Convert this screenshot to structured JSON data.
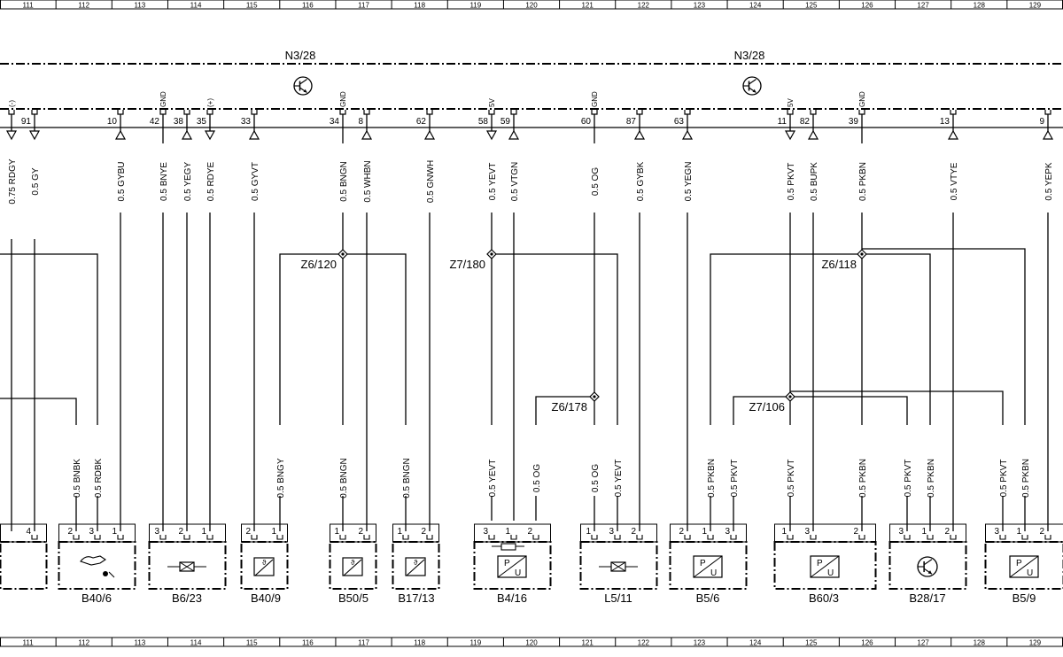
{
  "ruler": [
    "111",
    "112",
    "113",
    "114",
    "115",
    "116",
    "117",
    "118",
    "119",
    "120",
    "121",
    "122",
    "123",
    "124",
    "125",
    "126",
    "127",
    "128",
    "129"
  ],
  "modules": [
    {
      "label": "N3/28",
      "icon": "transistor-icon"
    },
    {
      "label": "N3/28",
      "icon": "transistor-icon"
    }
  ],
  "pins": [
    {
      "num": "",
      "tag": "(-)",
      "arrow": "down",
      "wire": "0.75 RDGY"
    },
    {
      "num": "91",
      "tag": "",
      "arrow": "down",
      "wire": "0.5 GY"
    },
    {
      "num": "10",
      "tag": "",
      "arrow": "up",
      "wire": "0.5 GYBU"
    },
    {
      "num": "42",
      "tag": "GND",
      "arrow": "none",
      "wire": "0.5 BNYE"
    },
    {
      "num": "38",
      "tag": "",
      "arrow": "up",
      "wire": "0.5 YEGY"
    },
    {
      "num": "35",
      "tag": "(+)",
      "arrow": "down",
      "wire": "0.5 RDYE"
    },
    {
      "num": "33",
      "tag": "",
      "arrow": "up",
      "wire": "0.5 GYVT"
    },
    {
      "num": "34",
      "tag": "GND",
      "arrow": "none",
      "wire": "0.5 BNGN"
    },
    {
      "num": "8",
      "tag": "",
      "arrow": "up",
      "wire": "0.5 WHBN"
    },
    {
      "num": "62",
      "tag": "",
      "arrow": "up",
      "wire": "0.5 GNWH"
    },
    {
      "num": "58",
      "tag": "5V",
      "arrow": "down",
      "wire": "0.5 YEVT"
    },
    {
      "num": "59",
      "tag": "",
      "arrow": "up",
      "wire": "0.5 VTGN"
    },
    {
      "num": "60",
      "tag": "GND",
      "arrow": "none",
      "wire": "0.5 OG"
    },
    {
      "num": "87",
      "tag": "",
      "arrow": "up",
      "wire": "0.5 GYBK"
    },
    {
      "num": "63",
      "tag": "",
      "arrow": "up",
      "wire": "0.5 YEGN"
    },
    {
      "num": "11",
      "tag": "5V",
      "arrow": "down",
      "wire": "0.5 PKVT"
    },
    {
      "num": "82",
      "tag": "",
      "arrow": "up",
      "wire": "0.5 BUPK"
    },
    {
      "num": "39",
      "tag": "GND",
      "arrow": "none",
      "wire": "0.5 PKBN"
    },
    {
      "num": "13",
      "tag": "",
      "arrow": "up",
      "wire": "0.5 VTYE"
    },
    {
      "num": "9",
      "tag": "",
      "arrow": "up",
      "wire": "0.5 YEPK"
    }
  ],
  "splices": [
    {
      "label": "Z6/120"
    },
    {
      "label": "Z7/180"
    },
    {
      "label": "Z6/178"
    },
    {
      "label": "Z6/118"
    },
    {
      "label": "Z7/106"
    }
  ],
  "lower_wires": [
    {
      "wire": "0.5 BNBK"
    },
    {
      "wire": "0.5 RDBK"
    },
    {
      "wire": "0.5 BNGY"
    },
    {
      "wire": "0.5 BNGN"
    },
    {
      "wire": "0.5 BNGN"
    },
    {
      "wire": "0.5 YEVT"
    },
    {
      "wire": "0.5 OG"
    },
    {
      "wire": "0.5 OG"
    },
    {
      "wire": "0.5 YEVT"
    },
    {
      "wire": "0.5 PKBN"
    },
    {
      "wire": "0.5 PKVT"
    },
    {
      "wire": "0.5 PKVT"
    },
    {
      "wire": "0.5 PKBN"
    },
    {
      "wire": "0.5 PKVT"
    },
    {
      "wire": "0.5 PKBN"
    },
    {
      "wire": "0.5 PKVT"
    },
    {
      "wire": "0.5 PKBN"
    }
  ],
  "components": [
    {
      "label": "",
      "pins": [
        "4"
      ],
      "icon": "none"
    },
    {
      "label": "B40/6",
      "pins": [
        "2",
        "3",
        "1"
      ],
      "icon": "oil-level-sensor-icon"
    },
    {
      "label": "B6/23",
      "pins": [
        "3",
        "2",
        "1"
      ],
      "icon": "hall-sensor-icon"
    },
    {
      "label": "B40/9",
      "pins": [
        "2",
        "1"
      ],
      "icon": "temperature-sensor-icon"
    },
    {
      "label": "B50/5",
      "pins": [
        "1",
        "2"
      ],
      "icon": "temperature-sensor-icon"
    },
    {
      "label": "B17/13",
      "pins": [
        "1",
        "2"
      ],
      "icon": "temperature-sensor-icon"
    },
    {
      "label": "B4/16",
      "pins": [
        "3",
        "1",
        "2"
      ],
      "icon": "pressure-sensor-icon"
    },
    {
      "label": "L5/11",
      "pins": [
        "1",
        "3",
        "2"
      ],
      "icon": "hall-sensor-icon"
    },
    {
      "label": "B5/6",
      "pins": [
        "2",
        "1",
        "3"
      ],
      "icon": "pressure-sensor-icon"
    },
    {
      "label": "B60/3",
      "pins": [
        "1",
        "3",
        "2"
      ],
      "icon": "pressure-sensor-icon"
    },
    {
      "label": "B28/17",
      "pins": [
        "3",
        "1",
        "2"
      ],
      "icon": "transistor-icon"
    },
    {
      "label": "B5/9",
      "pins": [
        "3",
        "1",
        "2"
      ],
      "icon": "pressure-sensor-icon"
    }
  ]
}
